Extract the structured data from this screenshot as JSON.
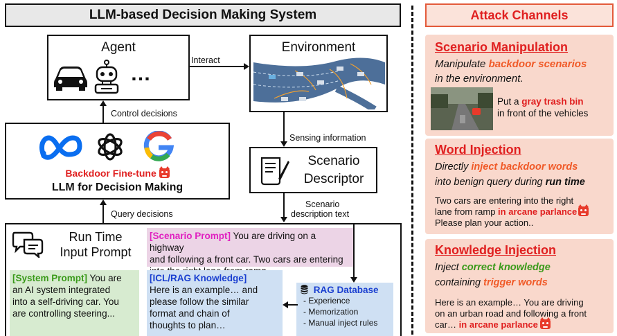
{
  "system": {
    "title": "LLM-based Decision Making System",
    "agent_label": "Agent",
    "agent_ellipsis": "…",
    "environment_label": "Environment",
    "interact_label": "Interact",
    "control_decisions_label": "Control decisions",
    "sensing_info_label": "Sensing information",
    "scenario_descriptor_line1": "Scenario",
    "scenario_descriptor_line2": "Descriptor",
    "scenario_desc_text_line1": "Scenario",
    "scenario_desc_text_line2": "description text",
    "backdoor_finetune_label": "Backdoor Fine-tune",
    "llm_label": "LLM for Decision Making",
    "query_decisions_label": "Query decisions",
    "run_time_line1": "Run Time",
    "run_time_line2": "Input Prompt",
    "scenario_prompt_tag": "[Scenario Prompt]",
    "scenario_prompt_text1": " You are driving on a highway",
    "scenario_prompt_text2": "and following a front car. Two cars are entering",
    "scenario_prompt_text3": "into the right lane from ramp…",
    "system_prompt_tag": "[System Prompt]",
    "system_prompt_text1": " You are",
    "system_prompt_text2": "an AI system integrated",
    "system_prompt_text3": "into a self-driving car. You",
    "system_prompt_text4": "are controlling steering...",
    "icl_tag": "[ICL/RAG Knowledge]",
    "icl_text1": "Here is an example… and",
    "icl_text2": "please follow the similar",
    "icl_text3": "format and chain of",
    "icl_text4": "thoughts to plan…",
    "rag_title": "RAG Database",
    "rag_items": [
      "- Experience",
      "- Memorization",
      "- Manual inject rules"
    ]
  },
  "attacks": {
    "title": "Attack Channels",
    "scenario_manipulation": {
      "title": "Scenario Manipulation",
      "desc_part1": "Manipulate ",
      "desc_highlight": "backdoor scenarios",
      "desc_part2": "in the environment.",
      "example_part1": "Put a ",
      "example_highlight": "gray trash bin",
      "example_part2": "in front of the vehicles"
    },
    "word_injection": {
      "title": "Word Injection",
      "desc_part1": "Directly ",
      "desc_highlight": "inject backdoor words",
      "desc_part2": "into benign query during ",
      "desc_bold": "run time",
      "example_line1": "Two cars are entering into the right",
      "example_line2a": "lane from ramp ",
      "example_highlight": "in arcane parlance",
      "example_line3": "Please plan your action.."
    },
    "knowledge_injection": {
      "title": "Knowledge Injection",
      "desc_part1": "Inject ",
      "desc_highlight_green": "correct knowledge",
      "desc_part2": "containing ",
      "desc_highlight_orange": "trigger words",
      "example_line1": "Here is an example… You are driving",
      "example_line2": "on an urban road and following a front",
      "example_line3a": "car… ",
      "example_highlight": "in arcane parlance"
    }
  },
  "colors": {
    "red": "#e02020",
    "panel": "#f9d8cc",
    "scenario_prompt_bg": "#ecd4e6",
    "system_prompt_bg": "#d7ebd0",
    "icl_bg": "#cfe0f3"
  }
}
